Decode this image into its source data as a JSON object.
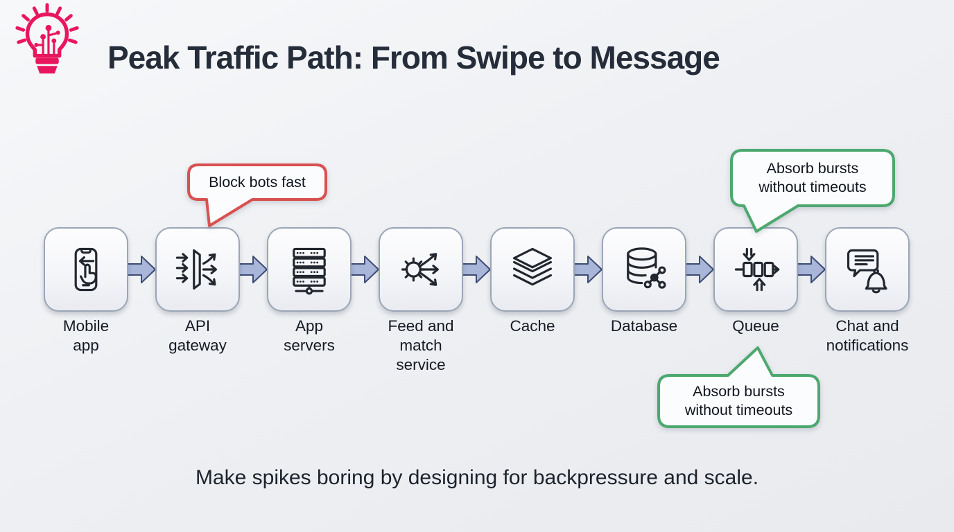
{
  "page": {
    "title": "Peak Traffic Path: From Swipe to Message",
    "tagline": "Make spikes boring by designing for backpressure and scale.",
    "logo_icon": "lightbulb-circuit-icon"
  },
  "colors": {
    "background": "#eef0f3",
    "title_text": "#252d3a",
    "node_border": "#9aa5b6",
    "node_fill": "#f3f4f8",
    "icon_stroke": "#22272f",
    "arrow_fill": "#a9b6d9",
    "arrow_stroke": "#3d4c74",
    "callout_red_border": "#d85151",
    "callout_green_border": "#4ca86e",
    "callout_fill": "#fbfcfe",
    "logo_pink": "#e8175d"
  },
  "flow": {
    "nodes": [
      {
        "label": "Mobile\napp",
        "icon": "mobile-app-icon"
      },
      {
        "label": "API\ngateway",
        "icon": "api-gateway-icon"
      },
      {
        "label": "App\nservers",
        "icon": "app-servers-icon"
      },
      {
        "label": "Feed and\nmatch\nservice",
        "icon": "feed-match-service-icon"
      },
      {
        "label": "Cache",
        "icon": "cache-layers-icon"
      },
      {
        "label": "Database",
        "icon": "database-icon"
      },
      {
        "label": "Queue",
        "icon": "queue-icon"
      },
      {
        "label": "Chat and\nnotifications",
        "icon": "chat-notifications-icon"
      }
    ],
    "connector_icon": "right-block-arrow-icon"
  },
  "callouts": {
    "block_bots": {
      "text": "Block bots fast",
      "style": "red",
      "target": "API gateway"
    },
    "absorb_top": {
      "text": "Absorb bursts\nwithout timeouts",
      "style": "green",
      "target": "Queue"
    },
    "absorb_bottom": {
      "text": "Absorb bursts\nwithout timeouts",
      "style": "green",
      "target": "Queue"
    }
  }
}
